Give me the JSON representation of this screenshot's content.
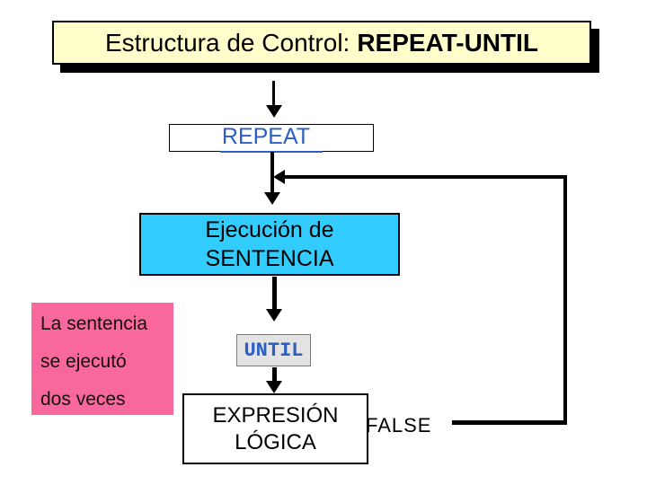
{
  "slide": {
    "title": {
      "text_regular": "Estructura de Control:",
      "text_bold": "REPEAT-UNTIL"
    },
    "flowchart": {
      "repeat": {
        "label": "REPEAT"
      },
      "body": {
        "line1": "Ejecución de",
        "line2": "SENTENCIA"
      },
      "until": {
        "label": "UNTIL"
      },
      "condition": {
        "line1": "EXPRESIÓN",
        "line2": "LÓGICA"
      },
      "false_branch": {
        "label": "FALSE"
      }
    },
    "annotation": {
      "line1": "La sentencia",
      "line2": "se ejecutó",
      "line3": "dos veces"
    },
    "colors": {
      "title_bg": "#FFFFCC",
      "body_bg": "#33CCFF",
      "annotation_bg": "#F8689D",
      "until_bg": "#E3E3E3",
      "keyword_text": "#2B5FC4",
      "line": "#000000"
    }
  }
}
